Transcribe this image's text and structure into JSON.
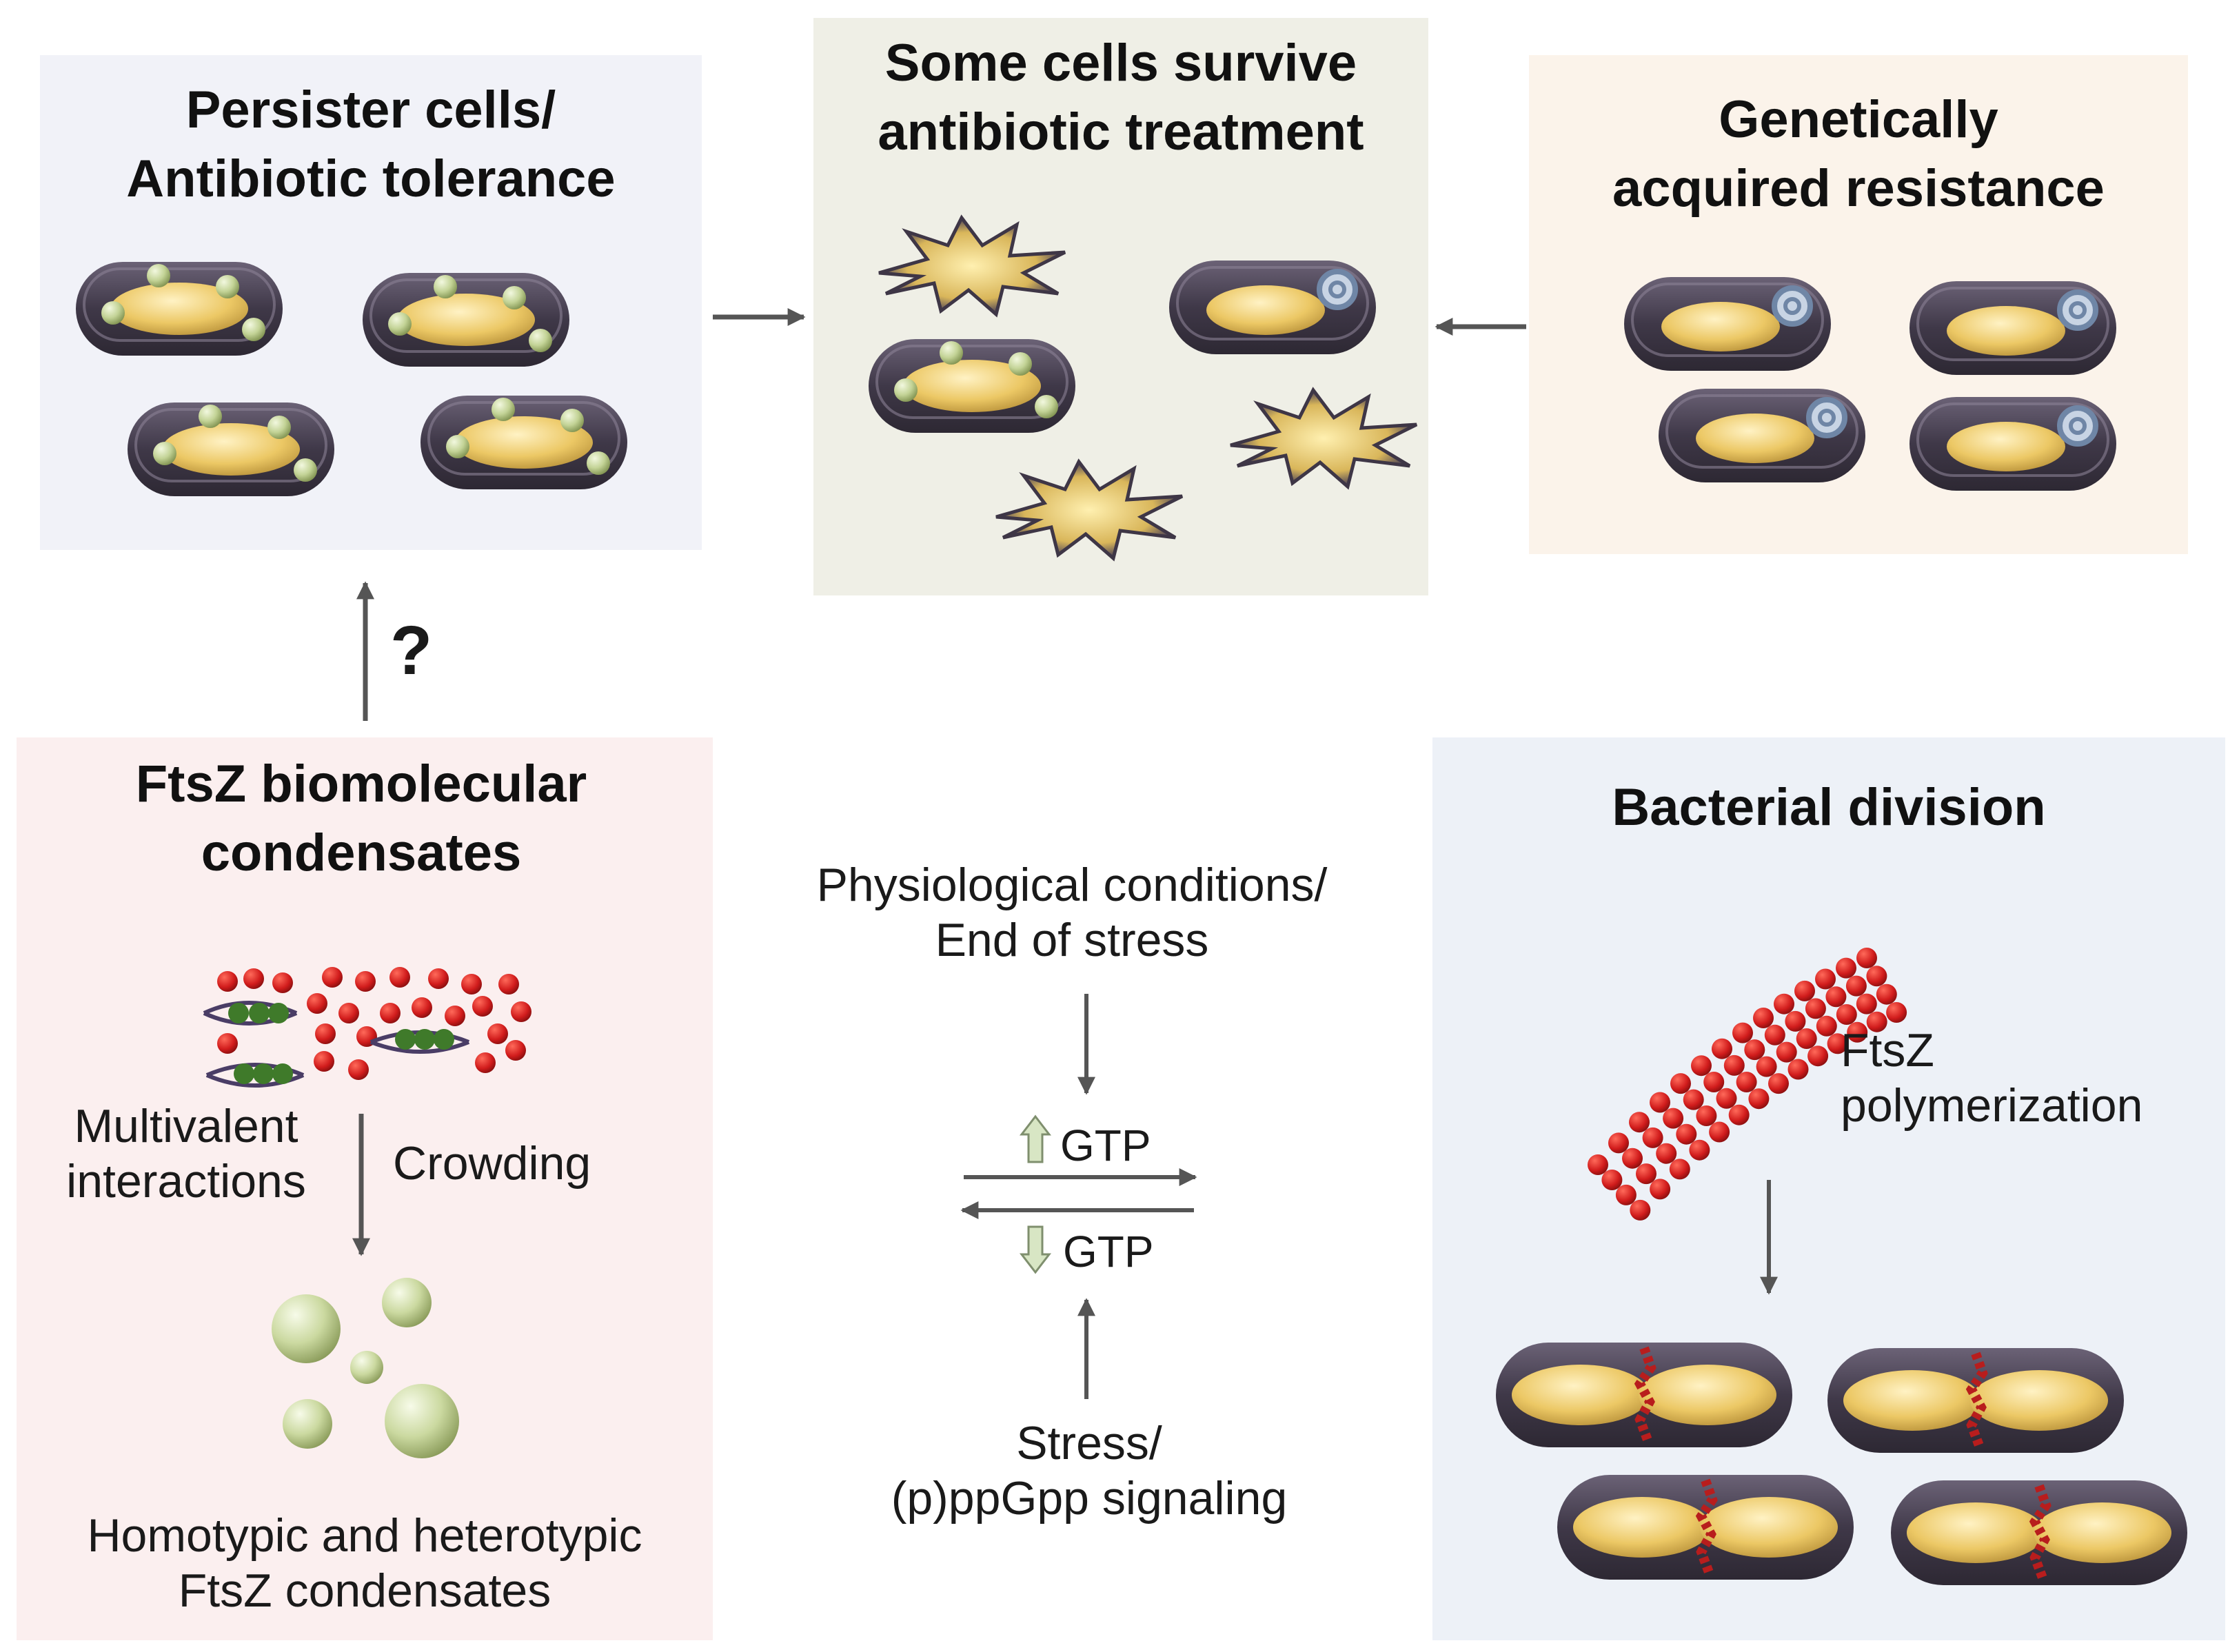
{
  "panels": {
    "persister": {
      "title_line1": "Persister cells/",
      "title_line2": "Antibiotic tolerance",
      "bg": "#f1f2f8"
    },
    "survive": {
      "title_line1": "Some cells survive",
      "title_line2": "antibiotic treatment",
      "bg": "#efefe6"
    },
    "resistance": {
      "title_line1": "Genetically",
      "title_line2": "acquired resistance",
      "bg": "#fbf3ea"
    },
    "condensates": {
      "title_line1": "FtsZ biomolecular",
      "title_line2": "condensates",
      "label_multivalent_1": "Multivalent",
      "label_multivalent_2": "interactions",
      "label_crowding": "Crowding",
      "footer_line1": "Homotypic and heterotypic",
      "footer_line2": "FtsZ condensates",
      "bg": "#fbefef"
    },
    "division": {
      "title": "Bacterial division",
      "label_polymer_1": "FtsZ",
      "label_polymer_2": "polymerization",
      "bg": "#edf1f7"
    }
  },
  "middle": {
    "question_mark": "?",
    "conditions_line1": "Physiological conditions/",
    "conditions_line2": "End of stress",
    "gtp_up": "GTP",
    "gtp_down": "GTP",
    "stress_line1": "Stress/",
    "stress_line2": "(p)ppGpp signaling"
  },
  "colors": {
    "arrow": "#555555",
    "cell_body": "#4a4252",
    "nucleoid": "#e8c96a",
    "condensate_green": "#b7c98a",
    "ftsz_red": "#c51d1d",
    "plasmid": "#9db0c8",
    "burst": "#d8c070"
  }
}
